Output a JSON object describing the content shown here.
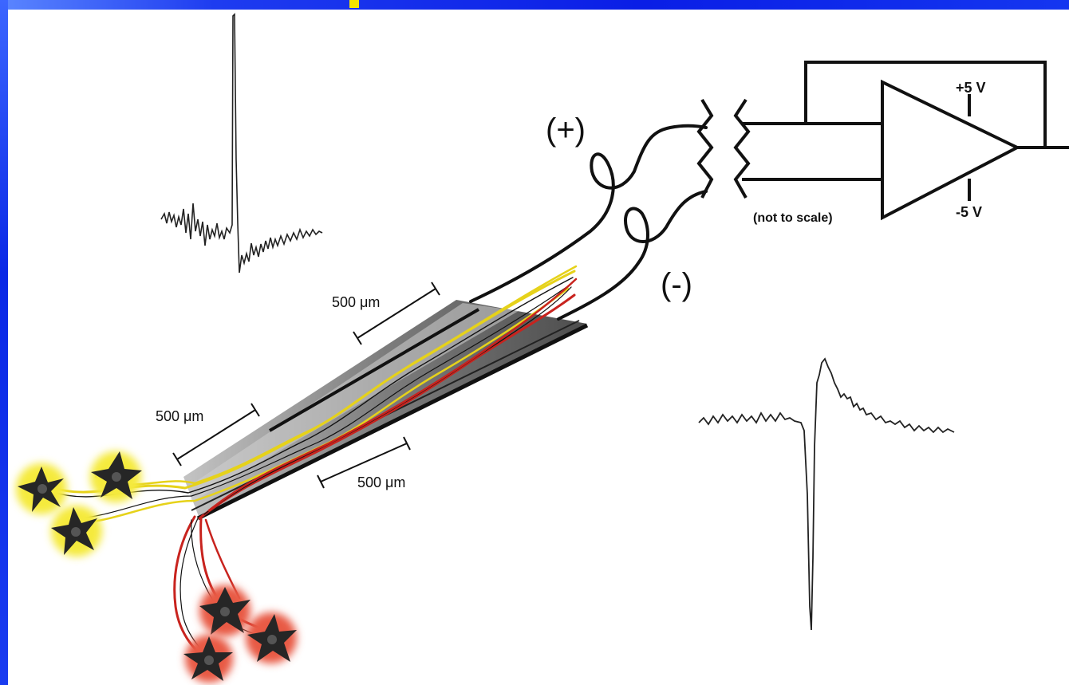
{
  "labels": {
    "plus_terminal": "(+)",
    "minus_terminal": "(-)",
    "plus_supply": "+5 V",
    "minus_supply": "-5 V",
    "not_to_scale": "(not to scale)",
    "scale_bar_top": "500 μm",
    "scale_bar_left": "500 μm",
    "scale_bar_bottom": "500 μm"
  },
  "colors": {
    "frame_blue": "#0a1ee6",
    "frame_accent_yellow": "#f5e400",
    "yellow_axons": "#e6d21a",
    "red_axons": "#c8231e",
    "electrode_gray": "#555555",
    "ink": "#111111"
  },
  "icons": {
    "amplifier": "op-amp-triangle-icon",
    "yellow_cells": "neuron-cell-icon",
    "red_cells": "neuron-cell-icon"
  }
}
